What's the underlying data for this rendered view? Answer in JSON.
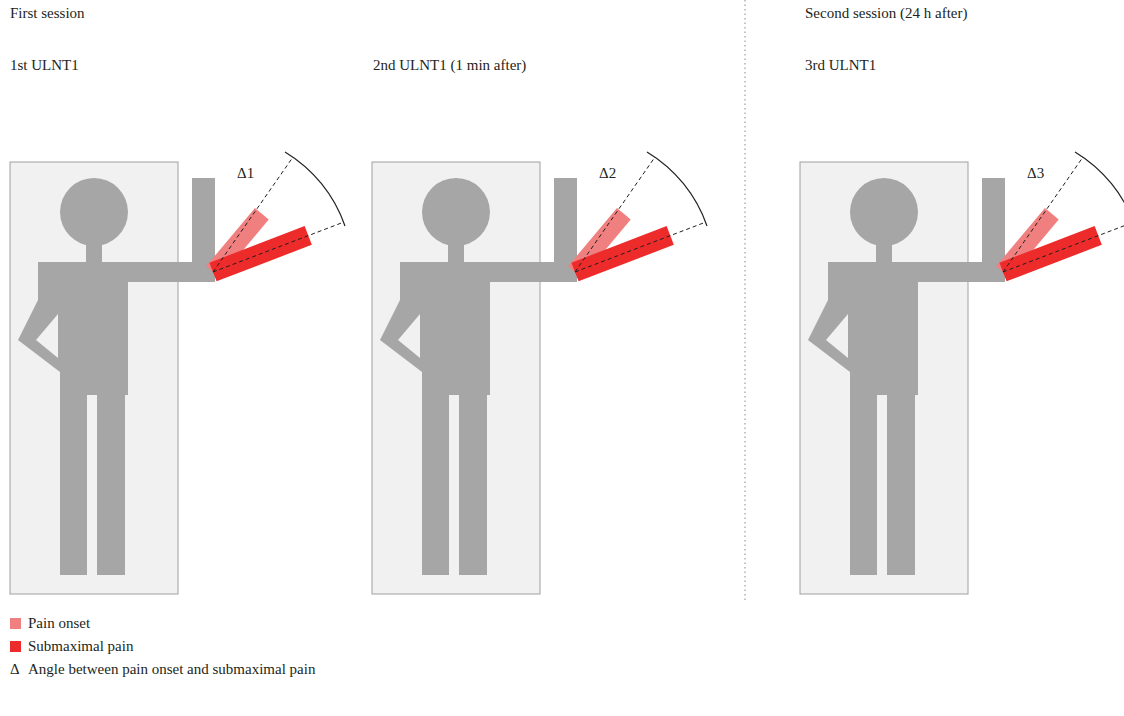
{
  "diagram": {
    "labels": [
      "First session",
      "1st ULNT1",
      "2nd ULNT1 (1 min after)",
      "Δ1",
      "Δ2",
      "Second session (24 h after)",
      "3rd ULNT1",
      "Δ3",
      "Δ"
    ],
    "legend": [
      {
        "text": "Pain onset",
        "color": "#f08080"
      },
      {
        "text": "Submaximal pain",
        "color": "#ee2b2b"
      },
      {
        "text": "Angle between pain onset and submaximal pain"
      }
    ]
  }
}
